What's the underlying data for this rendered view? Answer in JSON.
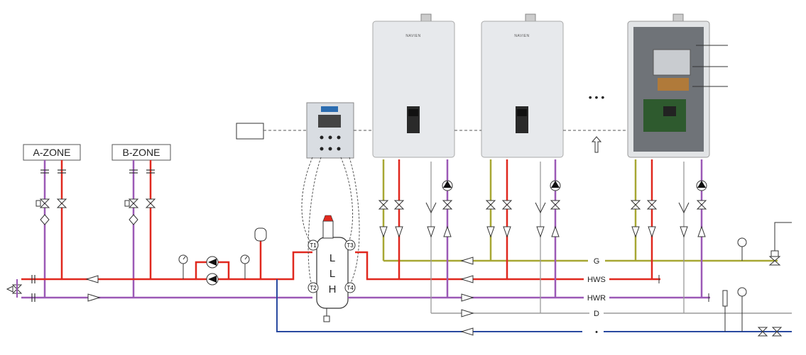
{
  "zones": [
    {
      "label": "A-ZONE"
    },
    {
      "label": "B-ZONE"
    }
  ],
  "pipes": {
    "gas": "G",
    "hot_water_supply": "HWS",
    "hot_water_return": "HWR",
    "drain": "D",
    "cold_water": "•"
  },
  "separator": {
    "letters": [
      "L",
      "L",
      "H"
    ],
    "ports": [
      "T1",
      "T3",
      "T2",
      "T4"
    ]
  },
  "heaters": {
    "brand": "NAVIEN",
    "ellipsis": "• • •"
  },
  "colors": {
    "supply": "#e0281e",
    "return": "#9b59b6",
    "gas": "#a7a733",
    "cold": "#2a4aa0",
    "drain": "#9a9a9a"
  }
}
